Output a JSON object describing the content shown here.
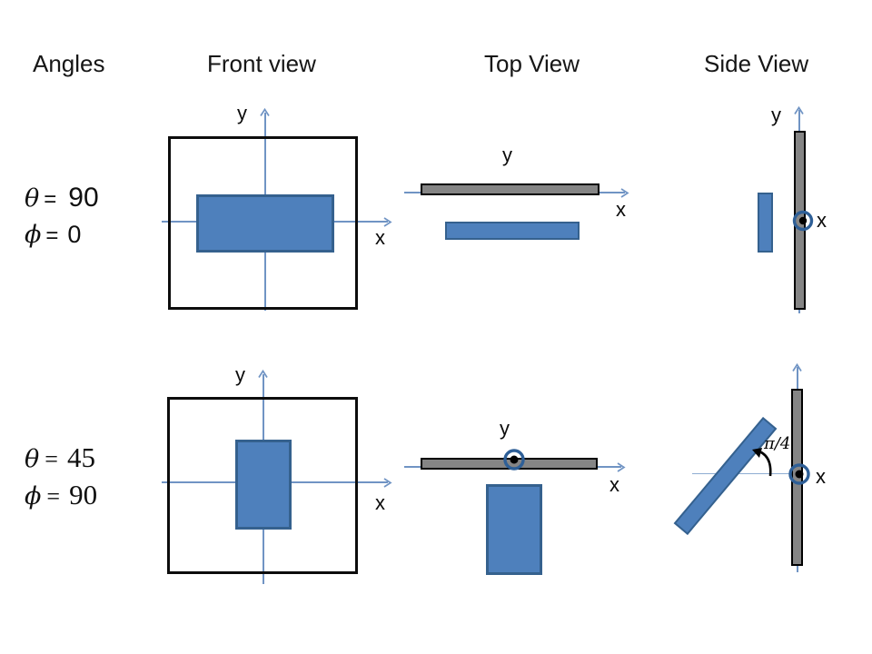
{
  "headers": {
    "angles": "Angles",
    "front": "Front view",
    "top": "Top View",
    "side": "Side View"
  },
  "angle_rows": [
    {
      "theta_sym": "θ",
      "eq": "=",
      "theta_val": "90",
      "phi_sym": "ϕ",
      "phi_val": "0"
    },
    {
      "theta_sym": "θ",
      "eq": "=",
      "theta_val": "45",
      "phi_sym": "ϕ",
      "phi_val": "90"
    }
  ],
  "labels": {
    "x": "x",
    "y": "y",
    "angle": "π/4"
  },
  "colors": {
    "shape_fill": "#4e80bc",
    "shape_border": "#35618e",
    "screen_fill": "#858585",
    "screen_border": "#000000",
    "axis": "#7094c4",
    "ring": "#2e5f97",
    "dot": "#000000",
    "text": "#111111"
  }
}
